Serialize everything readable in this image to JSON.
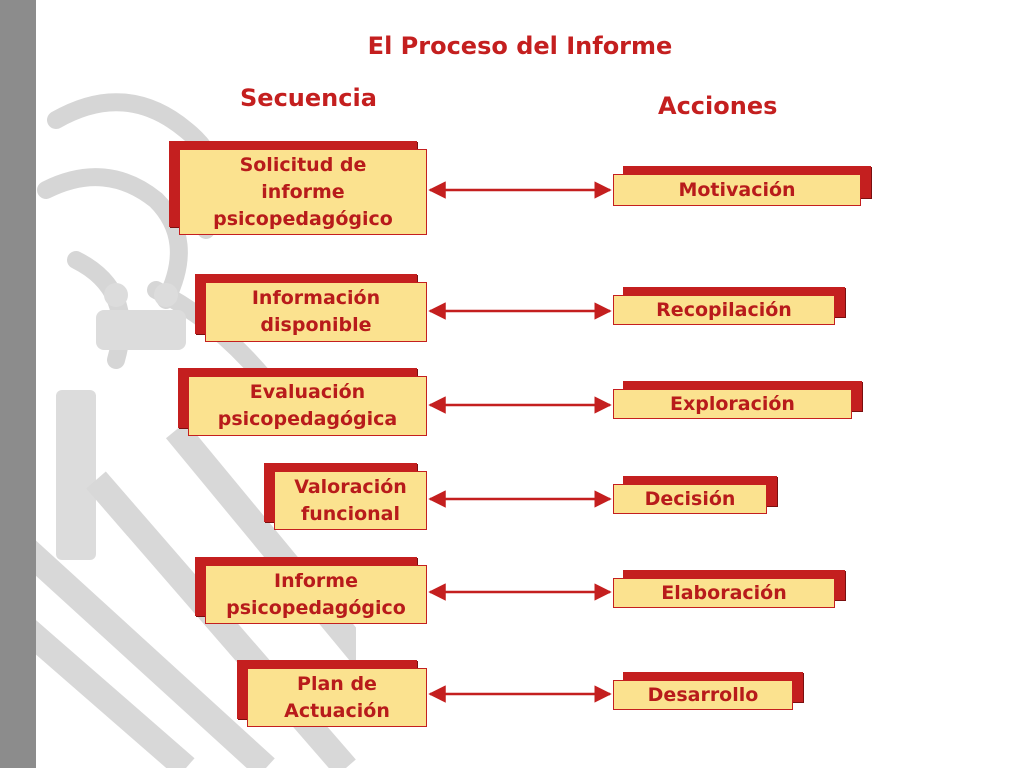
{
  "title": "El Proceso del Informe",
  "columns": {
    "sequence": "Secuencia",
    "actions": "Acciones"
  },
  "rows": [
    {
      "sequence": [
        "Solicitud de",
        "informe",
        "psicopedagógico"
      ],
      "action": "Motivación"
    },
    {
      "sequence": [
        "Información",
        "disponible"
      ],
      "action": "Recopilación"
    },
    {
      "sequence": [
        "Evaluación",
        "psicopedagógica"
      ],
      "action": "Exploración"
    },
    {
      "sequence": [
        "Valoración",
        "funcional"
      ],
      "action": "Decisión"
    },
    {
      "sequence": [
        "Informe",
        "psicopedagógico"
      ],
      "action": "Elaboración"
    },
    {
      "sequence": [
        "Plan de",
        "Actuación"
      ],
      "action": "Desarrollo"
    }
  ],
  "colors": {
    "accent": "#c41f1f",
    "box_fill": "#fbe28f",
    "strip": "#8c8c8c"
  }
}
